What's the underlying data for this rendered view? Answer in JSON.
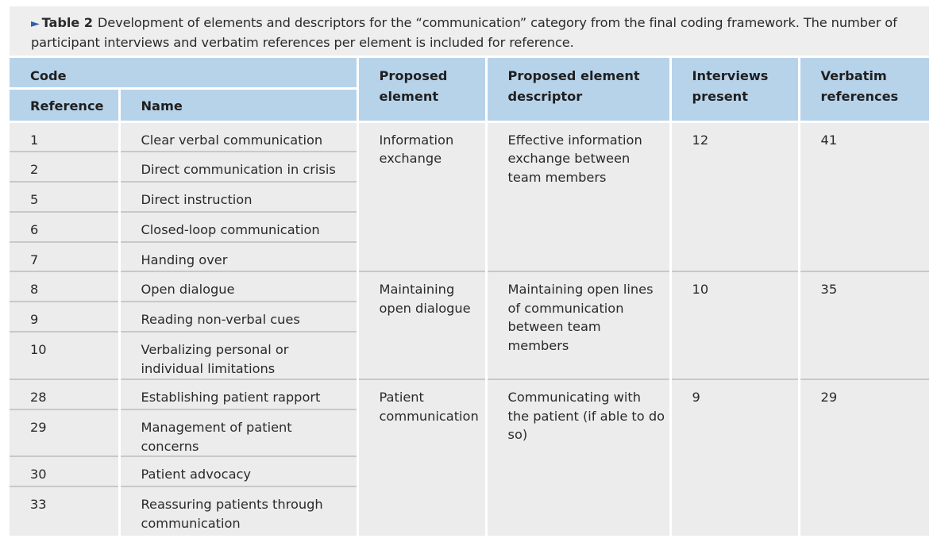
{
  "caption": {
    "arrow": "►",
    "label": "Table 2",
    "text": "Development of elements and descriptors for the “communication” category from the final coding framework. The number of participant interviews and verbatim references per element is included for reference."
  },
  "header": {
    "code": "Code",
    "reference": "Reference",
    "name": "Name",
    "proposed_element": "Proposed element",
    "proposed_descriptor": "Proposed element descriptor",
    "interviews_present": "Interviews present",
    "verbatim_references": "Verbatim references"
  },
  "groups": [
    {
      "element": "Information exchange",
      "descriptor": "Effective information exchange between team members",
      "interviews": "12",
      "verbatim": "41",
      "codes": [
        {
          "ref": "1",
          "name": "Clear verbal communication"
        },
        {
          "ref": "2",
          "name": "Direct communication in crisis"
        },
        {
          "ref": "5",
          "name": "Direct instruction"
        },
        {
          "ref": "6",
          "name": "Closed-loop communication"
        },
        {
          "ref": "7",
          "name": "Handing over"
        }
      ]
    },
    {
      "element": "Maintaining open dialogue",
      "descriptor": "Maintaining open lines of communication between team members",
      "interviews": "10",
      "verbatim": "35",
      "codes": [
        {
          "ref": "8",
          "name": "Open dialogue"
        },
        {
          "ref": "9",
          "name": "Reading non-verbal cues"
        },
        {
          "ref": "10",
          "name": "Verbalizing personal or individual limitations"
        }
      ]
    },
    {
      "element": "Patient communication",
      "descriptor": "Communicating with the patient (if able to do so)",
      "interviews": "9",
      "verbatim": "29",
      "codes": [
        {
          "ref": "28",
          "name": "Establishing patient rapport"
        },
        {
          "ref": "29",
          "name": "Management of patient concerns"
        },
        {
          "ref": "30",
          "name": "Patient advocacy"
        },
        {
          "ref": "33",
          "name": "Reassuring patients through communication"
        }
      ]
    }
  ]
}
